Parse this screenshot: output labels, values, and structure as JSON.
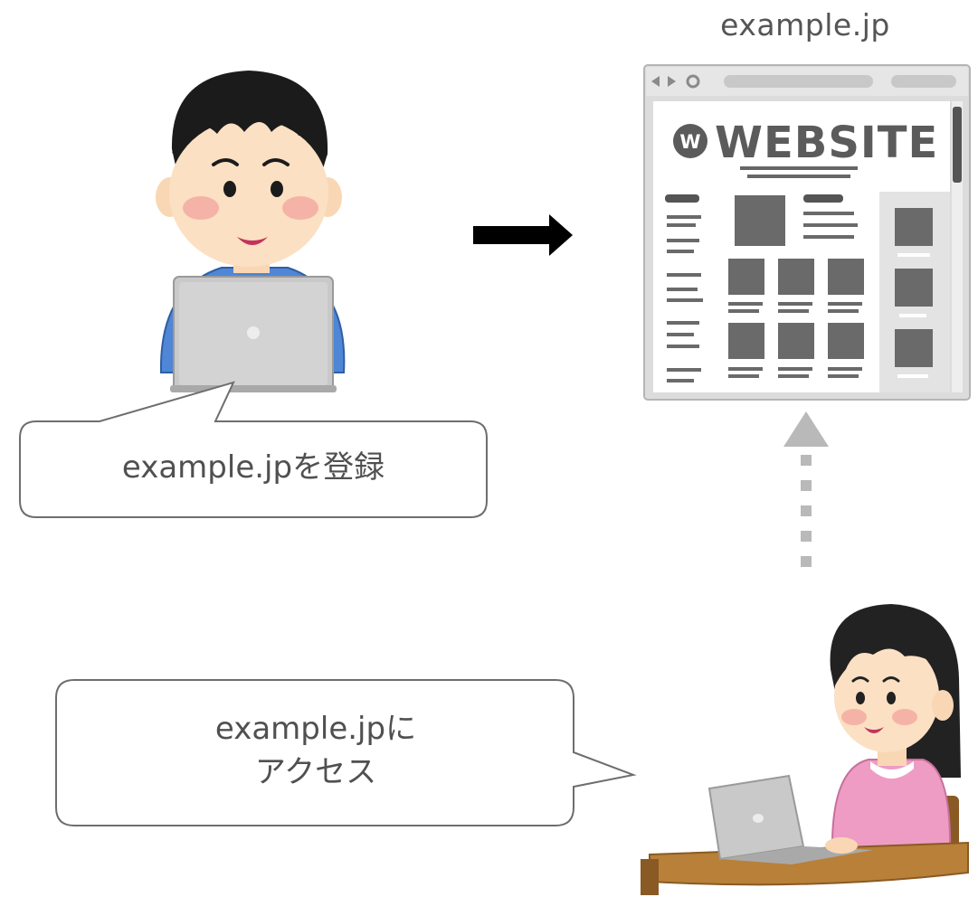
{
  "website": {
    "domain_label": "example.jp",
    "logo_letter": "W",
    "logo_text": "WEBSITE"
  },
  "register_bubble": {
    "text": "example.jpを登録"
  },
  "access_bubble": {
    "line1": "example.jpに",
    "line2": "アクセス"
  },
  "colors": {
    "arrow": "#000000",
    "dotted_arrow": "#b9b9b9",
    "bubble_border": "#6e6e6e",
    "text": "#505050",
    "shirt_blue": "#4f86d6",
    "sweater_pink": "#ee9cc4",
    "desk": "#b88038",
    "laptop": "#c9c9c9"
  }
}
